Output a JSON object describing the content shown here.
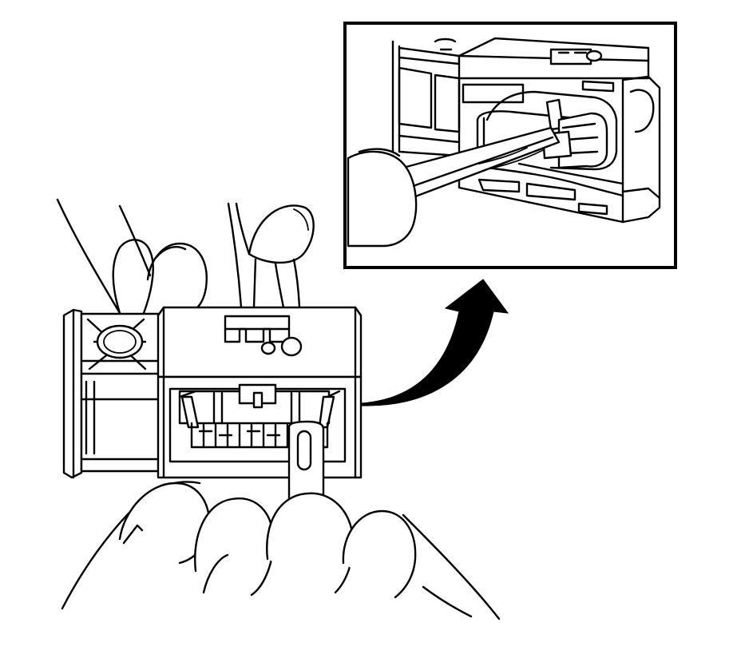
{
  "colors": {
    "ink": "#000000",
    "background": "#ffffff"
  },
  "diagram": {
    "main_view": "connector-in-hands-with-release-tool",
    "detail_view": "inset-release-tool-engaging-terminal-lock",
    "arrow": "curved-arrow-to-inset"
  }
}
